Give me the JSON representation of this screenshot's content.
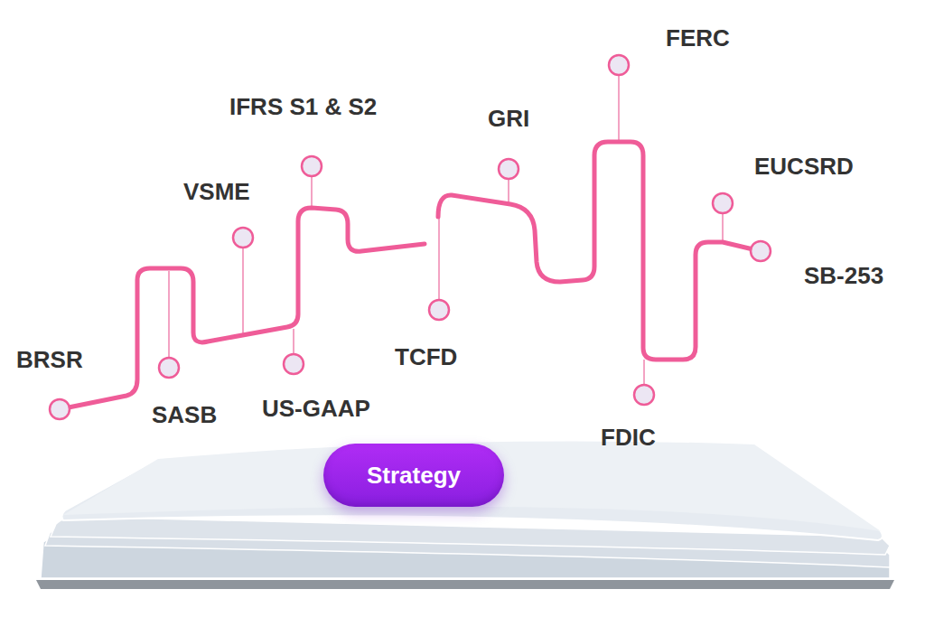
{
  "diagram": {
    "nodes": [
      {
        "text": [
          "Strategy"
        ]
      }
    ],
    "labels": [
      "BRSR",
      "SASB",
      "VSME",
      "US-GAAP",
      "IFRS S1 & S2",
      "TCFD",
      "GRI",
      "FERC",
      "FDIC",
      "EUCSRD",
      "SB-253"
    ]
  }
}
